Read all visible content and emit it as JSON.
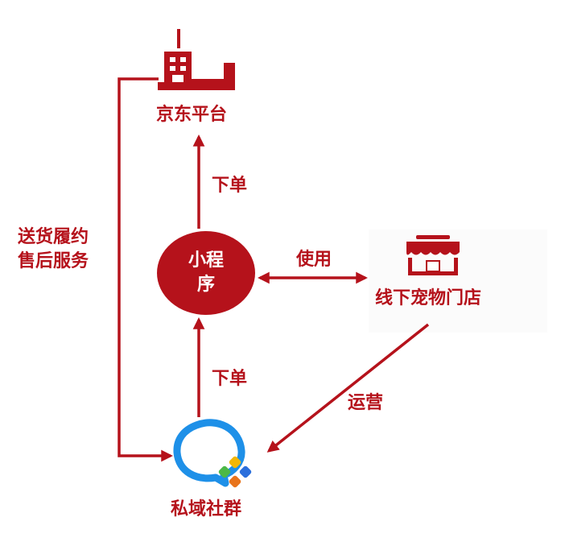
{
  "colors": {
    "accent": "#b5121b",
    "background": "#ffffff"
  },
  "icons": {
    "top": "office-building-icon",
    "store": "storefront-icon",
    "bottom": "wecom-chat-icon"
  },
  "nodes": {
    "jd_platform": "京东平台",
    "mini_program_line1": "小程",
    "mini_program_line2": "序",
    "offline_store": "线下宠物门店",
    "private_community": "私域社群"
  },
  "edges": {
    "order_top": "下单",
    "order_bottom": "下单",
    "use": "使用",
    "operate": "运营",
    "fulfillment_line1": "送货履约",
    "fulfillment_line2": "售后服务"
  }
}
